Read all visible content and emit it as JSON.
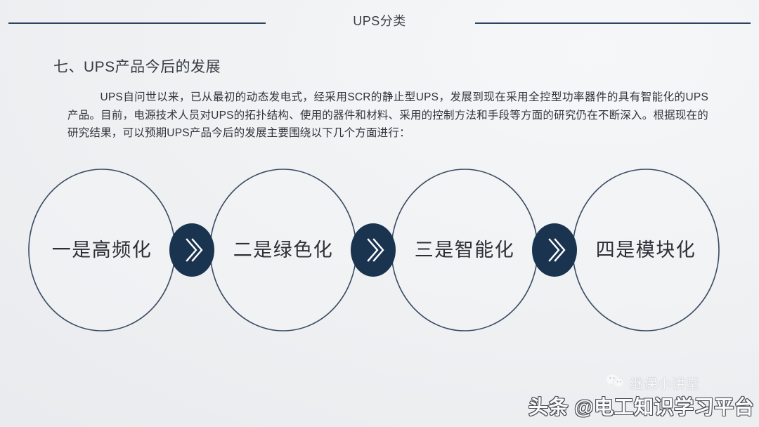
{
  "header": {
    "title": "UPS分类",
    "rule_color": "#2d4460"
  },
  "section": {
    "heading": "七、UPS产品今后的发展"
  },
  "body": {
    "paragraph": "UPS自问世以来，已从最初的动态发电式，经采用SCR的静止型UPS，发展到现在采用全控型功率器件的具有智能化的UPS产品。目前，电源技术人员对UPS的拓扑结构、使用的器件和材料、采用的控制方法和手段等方面的研究仍在不断深入。根据现在的研究结果，可以预期UPS产品今后的发展主要围绕以下几个方面进行："
  },
  "diagram": {
    "nodes": [
      {
        "label": "一是高频化"
      },
      {
        "label": "二是绿色化"
      },
      {
        "label": "三是智能化"
      },
      {
        "label": "四是模块化"
      }
    ],
    "connectors": [
      {
        "icon": "double-chevron-right-icon"
      },
      {
        "icon": "double-chevron-right-icon"
      },
      {
        "icon": "double-chevron-right-icon"
      }
    ],
    "circle_stroke_color": "#3a4c63",
    "connector_fill_color": "#1a3450",
    "chevron_color": "#ffffff"
  },
  "watermarks": {
    "wechat_name": "继保小讲堂",
    "wechat_icon": "wechat-icon",
    "toutiao": "头条 @电工知识学习平台"
  }
}
